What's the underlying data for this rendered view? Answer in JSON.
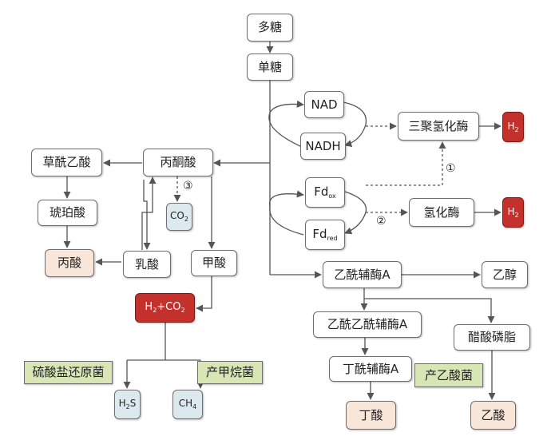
{
  "nodes": {
    "polysaccharide": "多糖",
    "monosaccharide": "单糖",
    "nad": "NAD",
    "nadh": "NADH",
    "trimeric_hydrogenase": "三聚氢化酶",
    "h2_top": {
      "main": "H",
      "sub": "2"
    },
    "oxaloacetate": "草酰乙酸",
    "pyruvate": "丙酮酸",
    "co2_small": {
      "main": "CO",
      "sub": "2"
    },
    "fd_ox": {
      "main": "Fd",
      "sub": "ox"
    },
    "fd_red": {
      "main": "Fd",
      "sub": "red"
    },
    "hydrogenase": "氢化酶",
    "h2_mid": {
      "main": "H",
      "sub": "2"
    },
    "succinate": "琥珀酸",
    "propionate": "丙酸",
    "lactate": "乳酸",
    "formate": "甲酸",
    "acetyl_coa": "乙酰辅酶A",
    "ethanol": "乙醇",
    "h2_co2": {
      "p1": "H",
      "s1": "2",
      "p2": "+CO",
      "s2": "2"
    },
    "acetoacetyl_coa": "乙酰乙酰辅酶A",
    "acetyl_phosphate": "醋酸磷脂",
    "sulfate_reducers": "硫酸盐还原菌",
    "methanogens": "产甲烷菌",
    "butyryl_coa": "丁酰辅酶A",
    "acetogens": "产乙酸菌",
    "h2s": {
      "main": "H",
      "sub": "2",
      "tail": "S"
    },
    "ch4": {
      "main": "CH",
      "sub": "4"
    },
    "butyrate": "丁酸",
    "acetate": "乙酸"
  },
  "markers": {
    "one": "①",
    "two": "②",
    "three": "③"
  },
  "colors": {
    "hydrogen": "#c4302b",
    "product": "#f8e6d8",
    "gas": "#dce9ee",
    "microbe": "#d8e6b6",
    "line": "#555555"
  }
}
